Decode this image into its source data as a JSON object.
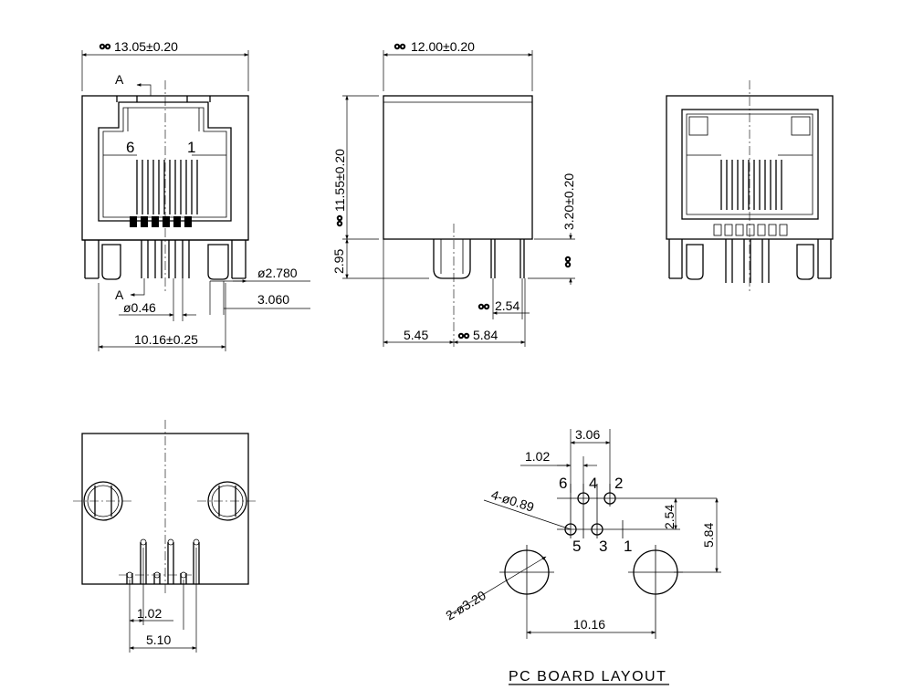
{
  "front_view": {
    "width_dim": "13.05±0.20",
    "section_mark_top": "A",
    "section_mark_bottom": "A",
    "pin_left": "6",
    "pin_right": "1",
    "post_dia": "ø2.780",
    "post_spacing": "3.060",
    "pin_dia": "ø0.46",
    "post_pitch": "10.16±0.25"
  },
  "side_view": {
    "depth_dim": "12.00±0.20",
    "height_dim": "11.55±0.20",
    "standoff_dim": "2.95",
    "pin_offset_dim": "3.20±0.20",
    "pin_row_dim": "2.54",
    "left_offset": "5.45",
    "right_offset": "5.84"
  },
  "bottom_view": {
    "pitch_dim": "1.02",
    "span_dim": "5.10"
  },
  "pcb_layout": {
    "spacing_top": "3.06",
    "pitch": "1.02",
    "pin_labels_top": [
      "6",
      "4",
      "2"
    ],
    "pin_labels_bottom": [
      "5",
      "3",
      "1"
    ],
    "hole_note": "4-ø0.89",
    "row_offset": "2.54",
    "total_offset": "5.84",
    "post_hole_note": "2-ø3.20",
    "post_spacing": "10.16",
    "title": "PC BOARD LAYOUT"
  }
}
